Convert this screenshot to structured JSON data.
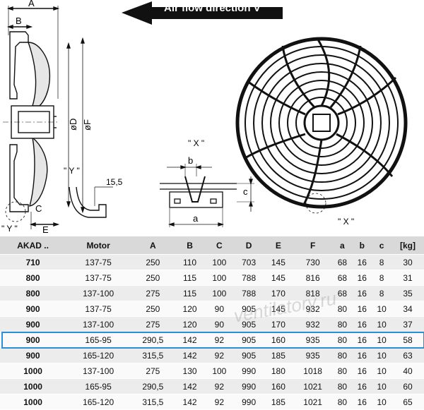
{
  "drawing": {
    "airflow_label": "Air flow direction V",
    "dim_A": "A",
    "dim_B": "B",
    "dim_C": "C",
    "dim_D": "øD",
    "dim_F": "øF",
    "dim_E": "E",
    "detail_Y_marker": "\" Y \"",
    "detail_Y_title": "\" Y \"",
    "detail_Y_dim": "15,5",
    "detail_X_title": "\" X \"",
    "detail_X_marker": "\" X \"",
    "dim_b": "b",
    "dim_c": "c",
    "dim_a": "a"
  },
  "table": {
    "headers": [
      "AKAD ..",
      "Motor",
      "A",
      "B",
      "C",
      "D",
      "E",
      "F",
      "a",
      "b",
      "c",
      "[kg]"
    ],
    "rows": [
      [
        "710",
        "137-75",
        "250",
        "110",
        "100",
        "703",
        "145",
        "730",
        "68",
        "16",
        "8",
        "30"
      ],
      [
        "800",
        "137-75",
        "250",
        "115",
        "100",
        "788",
        "145",
        "816",
        "68",
        "16",
        "8",
        "31"
      ],
      [
        "800",
        "137-100",
        "275",
        "115",
        "100",
        "788",
        "170",
        "818",
        "68",
        "16",
        "8",
        "35"
      ],
      [
        "900",
        "137-75",
        "250",
        "120",
        "90",
        "905",
        "145",
        "932",
        "80",
        "16",
        "10",
        "34"
      ],
      [
        "900",
        "137-100",
        "275",
        "120",
        "90",
        "905",
        "170",
        "932",
        "80",
        "16",
        "10",
        "37"
      ],
      [
        "900",
        "165-95",
        "290,5",
        "142",
        "92",
        "905",
        "160",
        "935",
        "80",
        "16",
        "10",
        "58"
      ],
      [
        "900",
        "165-120",
        "315,5",
        "142",
        "92",
        "905",
        "185",
        "935",
        "80",
        "16",
        "10",
        "63"
      ],
      [
        "1000",
        "137-100",
        "275",
        "130",
        "100",
        "990",
        "180",
        "1018",
        "80",
        "16",
        "10",
        "40"
      ],
      [
        "1000",
        "165-95",
        "290,5",
        "142",
        "92",
        "990",
        "160",
        "1021",
        "80",
        "16",
        "10",
        "60"
      ],
      [
        "1000",
        "165-120",
        "315,5",
        "142",
        "92",
        "990",
        "185",
        "1021",
        "80",
        "16",
        "10",
        "65"
      ]
    ],
    "highlighted_row": 5,
    "highlight_color": "#2a8fd6"
  },
  "watermark": "ventilatory.ru"
}
